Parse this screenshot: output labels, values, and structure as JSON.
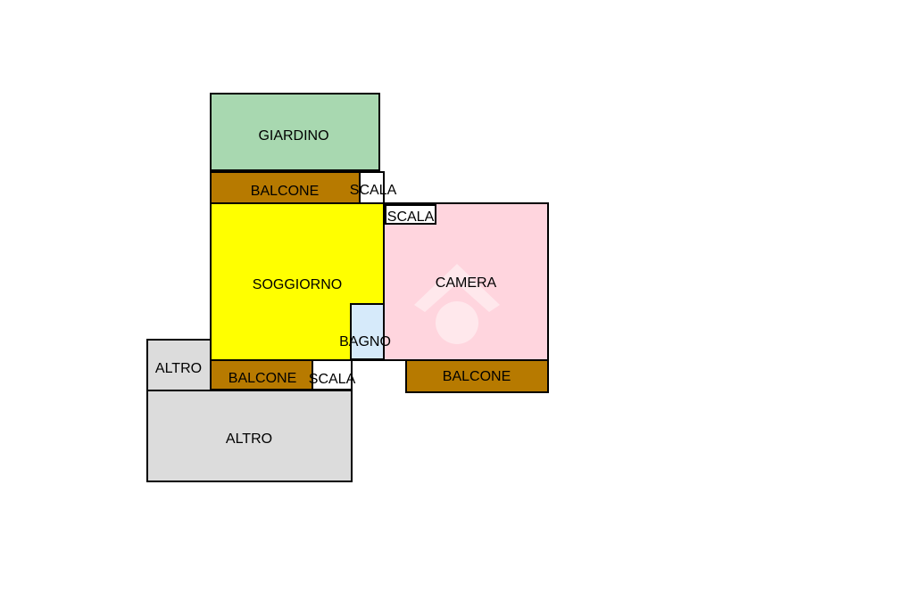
{
  "colors": {
    "giardino": "#a8d8b0",
    "balcone": "#b77a00",
    "scala": "#ffffff",
    "soggiorno": "#ffff00",
    "camera": "#ffd5de",
    "bagno": "#d6eafa",
    "altro": "#dcdcdc",
    "wall": "#000000",
    "watermark": "#ffffff"
  },
  "icons": {
    "watermark": "house-logo-icon"
  },
  "rooms": {
    "giardino": "GIARDINO",
    "balcone_top": "BALCONE",
    "scala_top": "SCALA",
    "scala_camera": "SCALA",
    "soggiorno": "SOGGIORNO",
    "camera": "CAMERA",
    "bagno": "BAGNO",
    "altro_small": "ALTRO",
    "balcone_bottom": "BALCONE",
    "scala_bottom": "SCALA",
    "balcone_right": "BALCONE",
    "altro_large": "ALTRO"
  }
}
